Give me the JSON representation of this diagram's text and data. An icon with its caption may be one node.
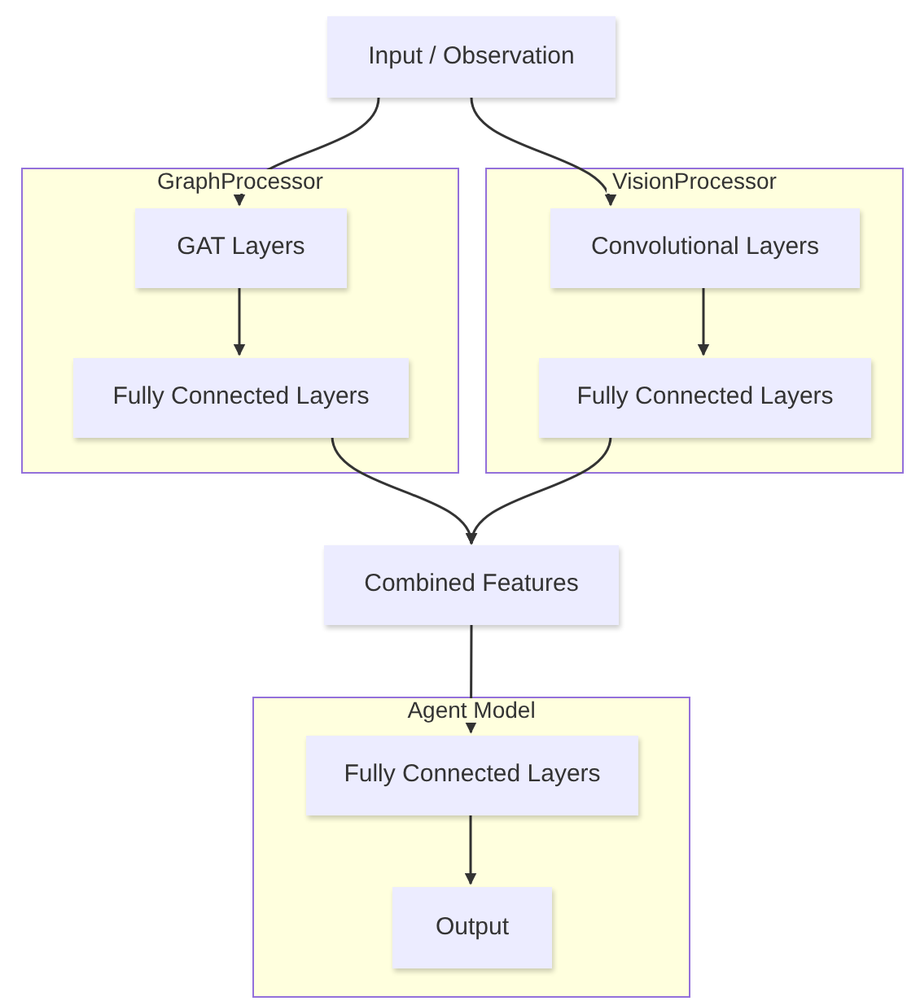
{
  "diagram": {
    "nodes": [
      {
        "text": [
          "Input / Observation"
        ]
      },
      {
        "text": [
          "GraphProcessor"
        ]
      },
      {
        "text": [
          "GAT Layers"
        ],
        "in": 1
      },
      {
        "text": [
          "Fully Connected Layers"
        ],
        "in": 1
      },
      {
        "text": [
          "VisionProcessor"
        ]
      },
      {
        "text": [
          "Convolutional Layers"
        ],
        "in": 4
      },
      {
        "text": [
          "Fully Connected Layers"
        ],
        "in": 4
      },
      {
        "text": [
          "Combined Features"
        ]
      },
      {
        "text": [
          "Agent Model"
        ]
      },
      {
        "text": [
          "Fully Connected Layers"
        ],
        "in": 8
      },
      {
        "text": [
          "Output"
        ],
        "in": 8
      }
    ],
    "edges": [
      {
        "from": 0,
        "to": 2,
        "arrow": "to"
      },
      {
        "from": 0,
        "to": 5,
        "arrow": "to"
      },
      {
        "from": 2,
        "to": 3,
        "arrow": "to"
      },
      {
        "from": 5,
        "to": 6,
        "arrow": "to"
      },
      {
        "from": 3,
        "to": 7,
        "arrow": "to"
      },
      {
        "from": 6,
        "to": 7,
        "arrow": "to"
      },
      {
        "from": 7,
        "to": 9,
        "arrow": "to"
      },
      {
        "from": 9,
        "to": 10,
        "arrow": "to"
      }
    ]
  }
}
